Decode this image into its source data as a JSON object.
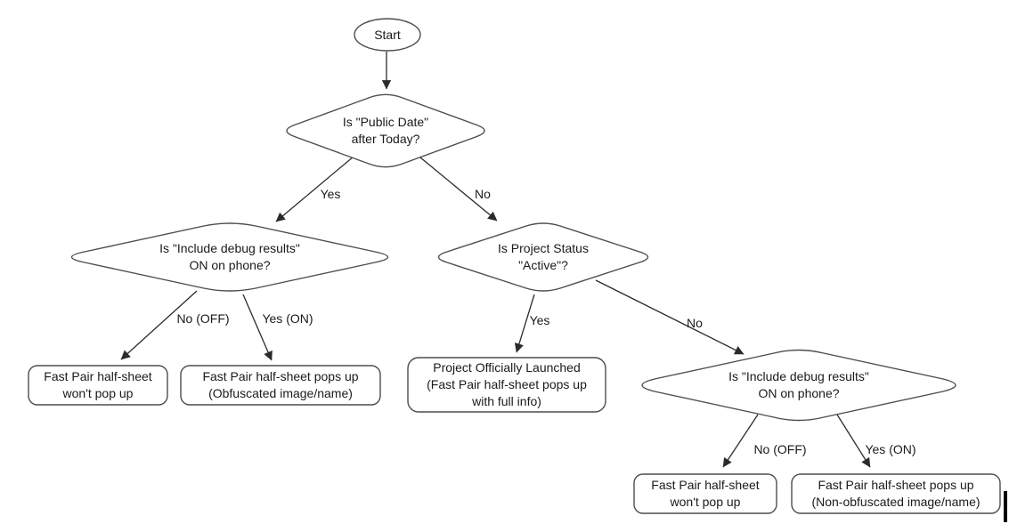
{
  "diagram": {
    "background": "#ffffff",
    "shape_stroke": "#4d4d4d",
    "arrow_color": "#2b2b2b",
    "text_color": "#1a1a1a",
    "nodes": {
      "start": {
        "type": "terminator",
        "label": "Start"
      },
      "public_date": {
        "type": "decision",
        "lines": [
          "Is \"Public Date\"",
          "after Today?"
        ]
      },
      "debug_left": {
        "type": "decision",
        "lines": [
          "Is \"Include debug results\"",
          "ON on phone?"
        ]
      },
      "project_status": {
        "type": "decision",
        "lines": [
          "Is Project Status",
          "\"Active\"?"
        ]
      },
      "debug_right": {
        "type": "decision",
        "lines": [
          "Is \"Include debug results\"",
          "ON on phone?"
        ]
      },
      "no_popup_left": {
        "type": "result",
        "lines": [
          "Fast Pair half-sheet",
          "won't pop up"
        ]
      },
      "obfuscated": {
        "type": "result",
        "lines": [
          "Fast Pair half-sheet pops up",
          "(Obfuscated image/name)"
        ]
      },
      "launched": {
        "type": "result",
        "lines": [
          "Project Officially Launched",
          "(Fast Pair half-sheet pops up",
          "with full info)"
        ]
      },
      "no_popup_right": {
        "type": "result",
        "lines": [
          "Fast Pair half-sheet",
          "won't pop up"
        ]
      },
      "non_obfuscated": {
        "type": "result",
        "lines": [
          "Fast Pair half-sheet pops up",
          "(Non-obfuscated image/name)"
        ]
      }
    },
    "edge_labels": {
      "public_date_yes": "Yes",
      "public_date_no": "No",
      "debug_left_no": "No (OFF)",
      "debug_left_yes": "Yes (ON)",
      "project_status_yes": "Yes",
      "project_status_no": "No",
      "debug_right_no": "No (OFF)",
      "debug_right_yes": "Yes (ON)"
    }
  }
}
